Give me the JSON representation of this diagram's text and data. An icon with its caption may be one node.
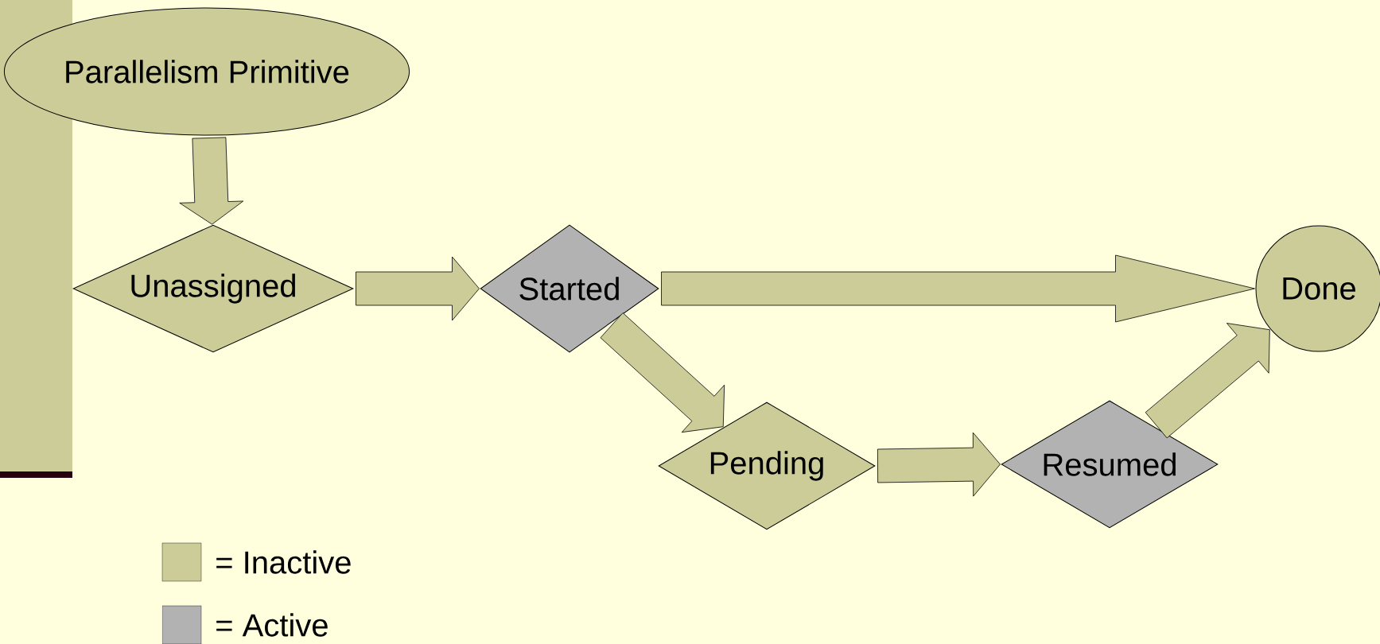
{
  "diagram": {
    "nodes": [
      {
        "text": [
          "Parallelism Primitive"
        ]
      },
      {
        "text": [
          "Unassigned"
        ]
      },
      {
        "text": [
          "Started"
        ]
      },
      {
        "text": [
          "Done"
        ]
      },
      {
        "text": [
          "Pending"
        ]
      },
      {
        "text": [
          "Resumed"
        ]
      }
    ],
    "edges": [
      {
        "from": 0,
        "to": 1,
        "arrow": "to"
      },
      {
        "from": 1,
        "to": 2,
        "arrow": "to"
      },
      {
        "from": 2,
        "to": 3,
        "arrow": "to"
      },
      {
        "from": 2,
        "to": 4,
        "arrow": "to"
      },
      {
        "from": 4,
        "to": 5,
        "arrow": "to"
      },
      {
        "from": 5,
        "to": 3,
        "arrow": "to"
      }
    ],
    "legend": [
      {
        "text": "= Inactive",
        "color": "#cccc99"
      },
      {
        "text": "= Active",
        "color": "#b2b2b2"
      }
    ]
  }
}
